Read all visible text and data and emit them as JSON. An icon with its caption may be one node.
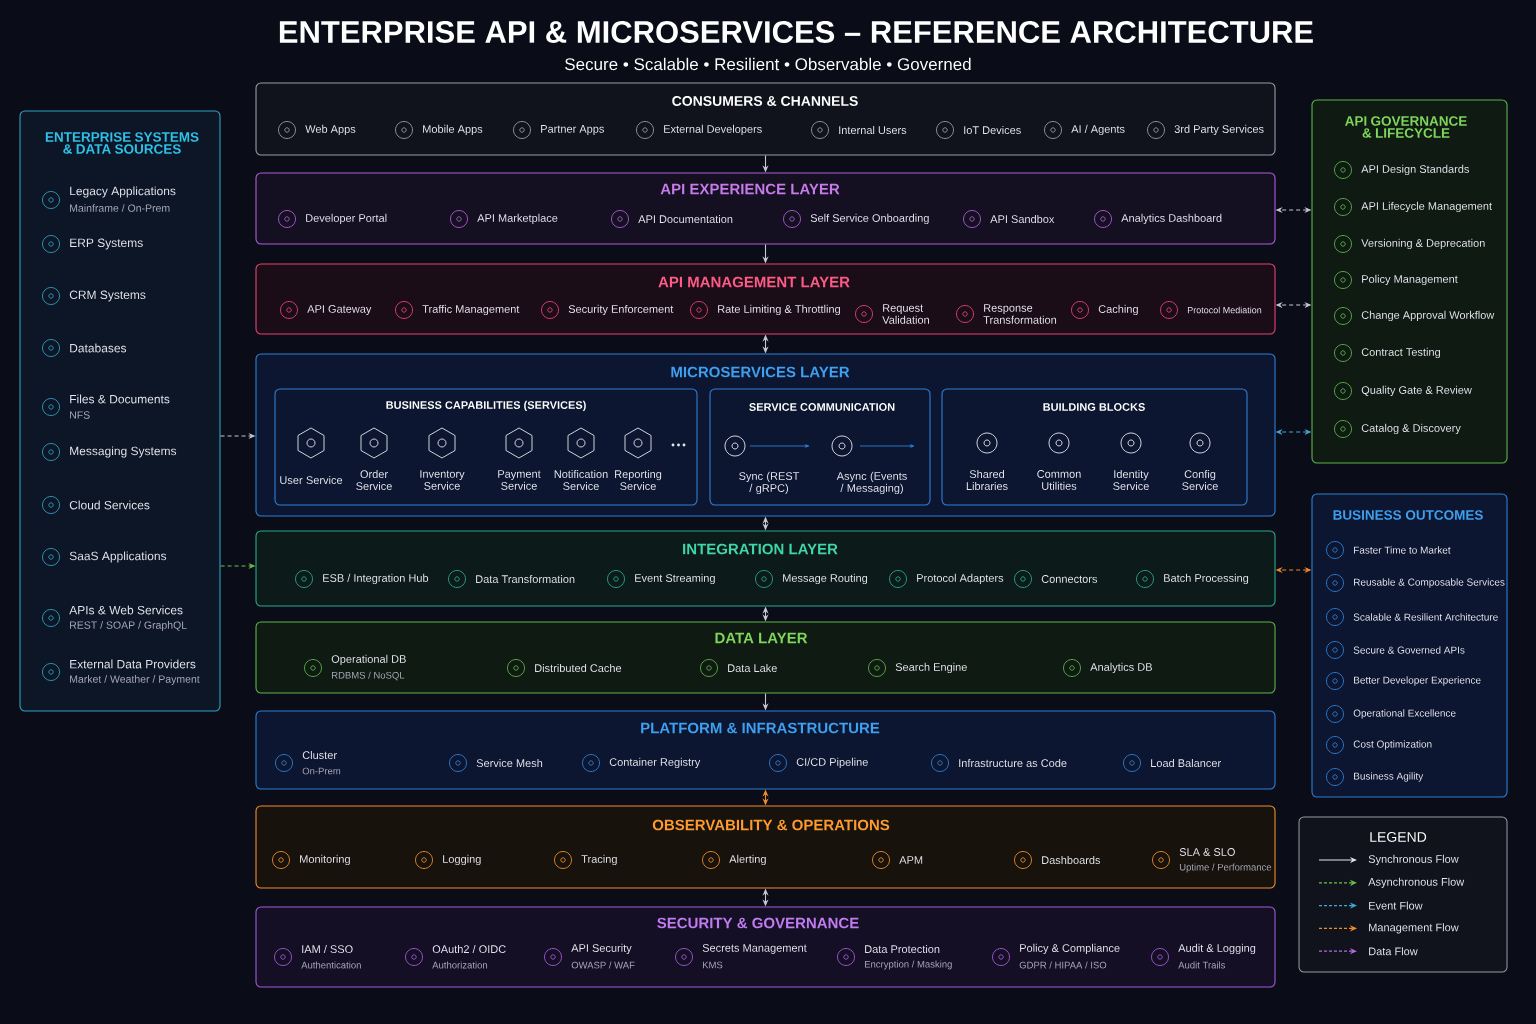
{
  "diagram": {
    "title": "ENTERPRISE API & MICROSERVICES – REFERENCE ARCHITECTURE",
    "nodes": [
      {
        "text": [
          "CONSUMERS & CHANNELS",
          "Web Apps",
          "Mobile Apps",
          "Partner Apps",
          "External Developers",
          "Internal Users",
          "IoT Devices",
          "AI / Agents",
          "3rd Party Services"
        ]
      },
      {
        "text": [
          "API EXPERIENCE LAYER",
          "Developer Portal",
          "API Marketplace",
          "API Documentation",
          "Self Service Onboarding",
          "API Sandbox",
          "Analytics Dashboard"
        ]
      },
      {
        "text": [
          "API MANAGEMENT LAYER",
          "API Gateway",
          "Traffic Management",
          "Security Enforcement",
          "Rate Limiting & Throttling",
          "Request Validation",
          "Response Transformation",
          "Caching",
          "Protocol Mediation"
        ]
      },
      {
        "text": [
          "MICROSERVICES LAYER"
        ]
      },
      {
        "text": [
          "BUSINESS CAPABILITIES (SERVICES)",
          "User Service",
          "Order Service",
          "Inventory Service",
          "Payment Service",
          "Notification Service",
          "Reporting Service"
        ],
        "in": 3
      },
      {
        "text": [
          "SERVICE COMMUNICATION",
          "Sync (REST / gRPC)",
          "Async (Events / Messaging)"
        ],
        "in": 3
      },
      {
        "text": [
          "BUILDING BLOCKS",
          "Shared Libraries",
          "Common Utilities",
          "Identity Service",
          "Config Service"
        ],
        "in": 3
      },
      {
        "text": [
          "INTEGRATION LAYER",
          "ESB / Integration Hub",
          "Data Transformation",
          "Event Streaming",
          "Message Routing",
          "Protocol Adapters",
          "Connectors",
          "Batch Processing"
        ]
      },
      {
        "text": [
          "DATA LAYER",
          "Operational DB",
          "RDBMS / NoSQL",
          "Distributed Cache",
          "Data Lake",
          "Search Engine",
          "Analytics DB"
        ]
      },
      {
        "text": [
          "PLATFORM & INFRASTRUCTURE",
          "Cluster",
          "On-Prem",
          "Service Mesh",
          "Container Registry",
          "CI/CD Pipeline",
          "Infrastructure as Code",
          "Load Balancer"
        ]
      },
      {
        "text": [
          "OBSERVABILITY & OPERATIONS",
          "Monitoring",
          "Logging",
          "Tracing",
          "Alerting",
          "APM",
          "Dashboards",
          "SLA & SLO",
          "Uptime / Performance"
        ]
      },
      {
        "text": [
          "SECURITY & GOVERNANCE",
          "IAM / SSO",
          "Authentication",
          "OAuth2 / OIDC",
          "Authorization",
          "API Security",
          "OWASP / WAF",
          "Secrets Management",
          "KMS",
          "Data Protection",
          "Encryption / Masking",
          "Policy & Compliance",
          "GDPR / HIPAA / ISO",
          "Audit & Logging",
          "Audit Trails"
        ]
      },
      {
        "text": [
          "ENTERPRISE SYSTEMS & DATA SOURCES",
          "Legacy Applications",
          "Mainframe / On-Prem",
          "ERP Systems",
          "CRM Systems",
          "Databases",
          "Files & Documents",
          "NFS",
          "Messaging Systems",
          "Cloud Services",
          "SaaS Applications",
          "APIs & Web Services",
          "REST / SOAP / GraphQL",
          "External Data Providers",
          "Market / Weather / Payment"
        ]
      },
      {
        "text": [
          "API GOVERNANCE & LIFECYCLE",
          "API Design Standards",
          "API Lifecycle Management",
          "Versioning & Deprecation",
          "Policy Management",
          "Change Approval Workflow",
          "Contract Testing",
          "Quality Gate & Review",
          "Catalog & Discovery"
        ]
      },
      {
        "text": [
          "BUSINESS OUTCOMES",
          "Faster Time to Market",
          "Reusable & Composable Services",
          "Scalable & Resilient Architecture",
          "Secure & Governed APIs",
          "Better Developer Experience",
          "Operational Excellence",
          "Cost Optimization",
          "Business Agility"
        ]
      }
    ],
    "edges": [
      {
        "from": 0,
        "to": 1,
        "arrow": "to"
      },
      {
        "from": 1,
        "to": 2,
        "arrow": "to"
      },
      {
        "from": 2,
        "to": 3,
        "arrow": "both"
      },
      {
        "from": 3,
        "to": 7,
        "arrow": "both"
      },
      {
        "from": 7,
        "to": 8,
        "arrow": "both"
      },
      {
        "from": 8,
        "to": 9,
        "arrow": "to"
      },
      {
        "from": 9,
        "to": 10,
        "arrow": "both",
        "color": "#f28c28"
      },
      {
        "from": 10,
        "to": 11,
        "arrow": "both"
      },
      {
        "from": 12,
        "to": 3,
        "arrow": "to",
        "style": "dashed"
      },
      {
        "from": 12,
        "to": 7,
        "arrow": "to",
        "style": "dashed",
        "color": "#6abf4b"
      },
      {
        "from": 13,
        "to": 1,
        "arrow": "both",
        "style": "dashed"
      },
      {
        "from": 13,
        "to": 2,
        "arrow": "both",
        "style": "dashed"
      },
      {
        "from": 13,
        "to": 3,
        "arrow": "both",
        "style": "dashed",
        "color": "#3fa9d6"
      },
      {
        "from": 14,
        "to": 7,
        "arrow": "both",
        "style": "dashed",
        "color": "#f28c28"
      }
    ],
    "labels": [
      "Secure • Scalable • Resilient • Observable • Governed",
      "LEGEND"
    ],
    "legend": [
      {
        "text": "Synchronous Flow"
      },
      {
        "text": "Asynchronous Flow"
      },
      {
        "text": "Event Flow"
      },
      {
        "text": "Management Flow"
      },
      {
        "text": "Data Flow"
      }
    ]
  }
}
